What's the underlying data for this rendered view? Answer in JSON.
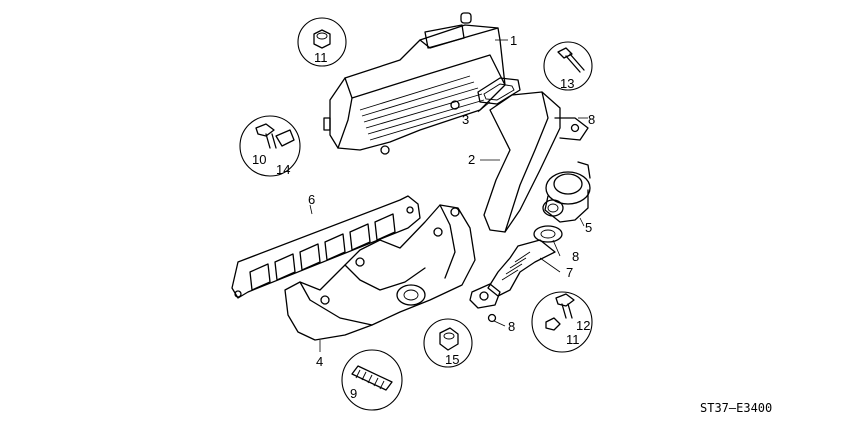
{
  "callouts": {
    "n1": "1",
    "n2": "2",
    "n3": "3",
    "n4": "4",
    "n5": "5",
    "n6": "6",
    "n7": "7",
    "n8a": "8",
    "n8b": "8",
    "n8c": "8",
    "n9": "9",
    "n10": "10",
    "n11a": "11",
    "n11b": "11",
    "n12": "12",
    "n13": "13",
    "n14": "14",
    "n15": "15"
  },
  "diagram_code": "ST37–E3400"
}
